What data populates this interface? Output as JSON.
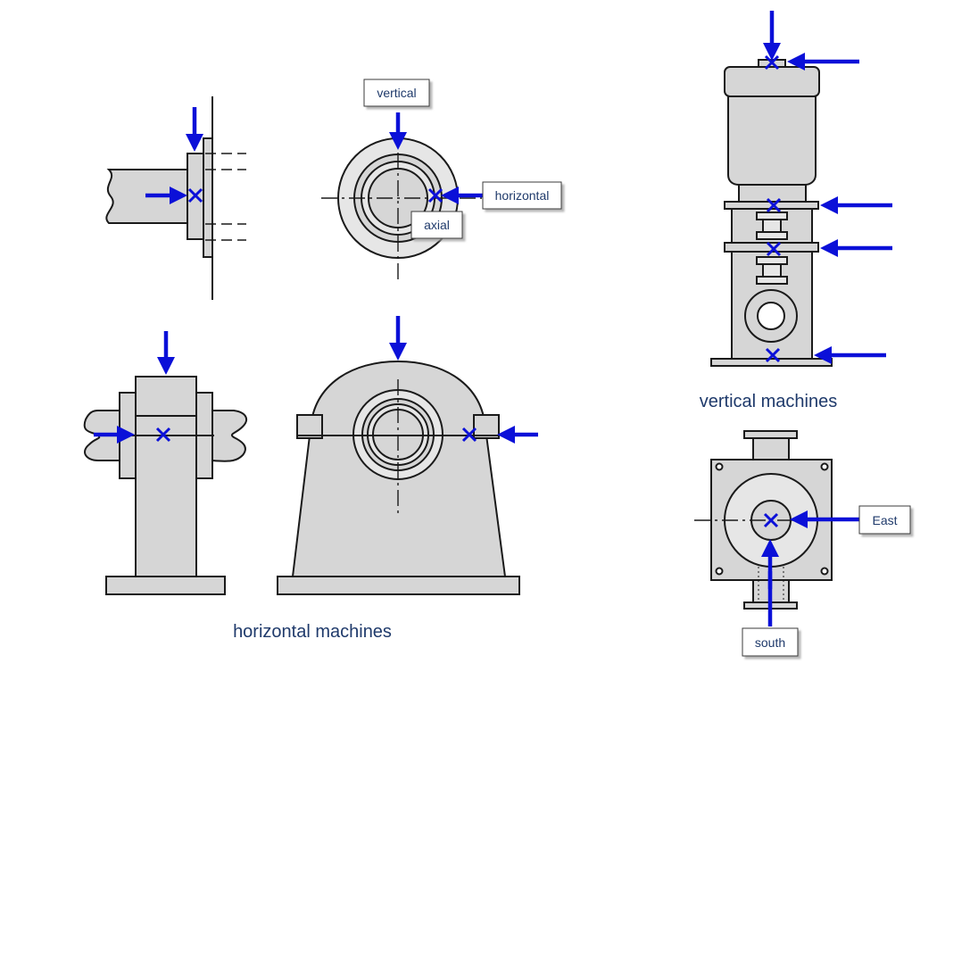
{
  "labels": {
    "vertical": "vertical",
    "horizontal": "horizontal",
    "axial": "axial",
    "east": "East",
    "south": "south"
  },
  "captions": {
    "horizontal_machines": "horizontal machines",
    "vertical_machines": "vertical machines"
  },
  "colors": {
    "arrow": "#0b10d8",
    "caption_text": "#1f3a6b",
    "part_fill": "#d6d6d6"
  }
}
